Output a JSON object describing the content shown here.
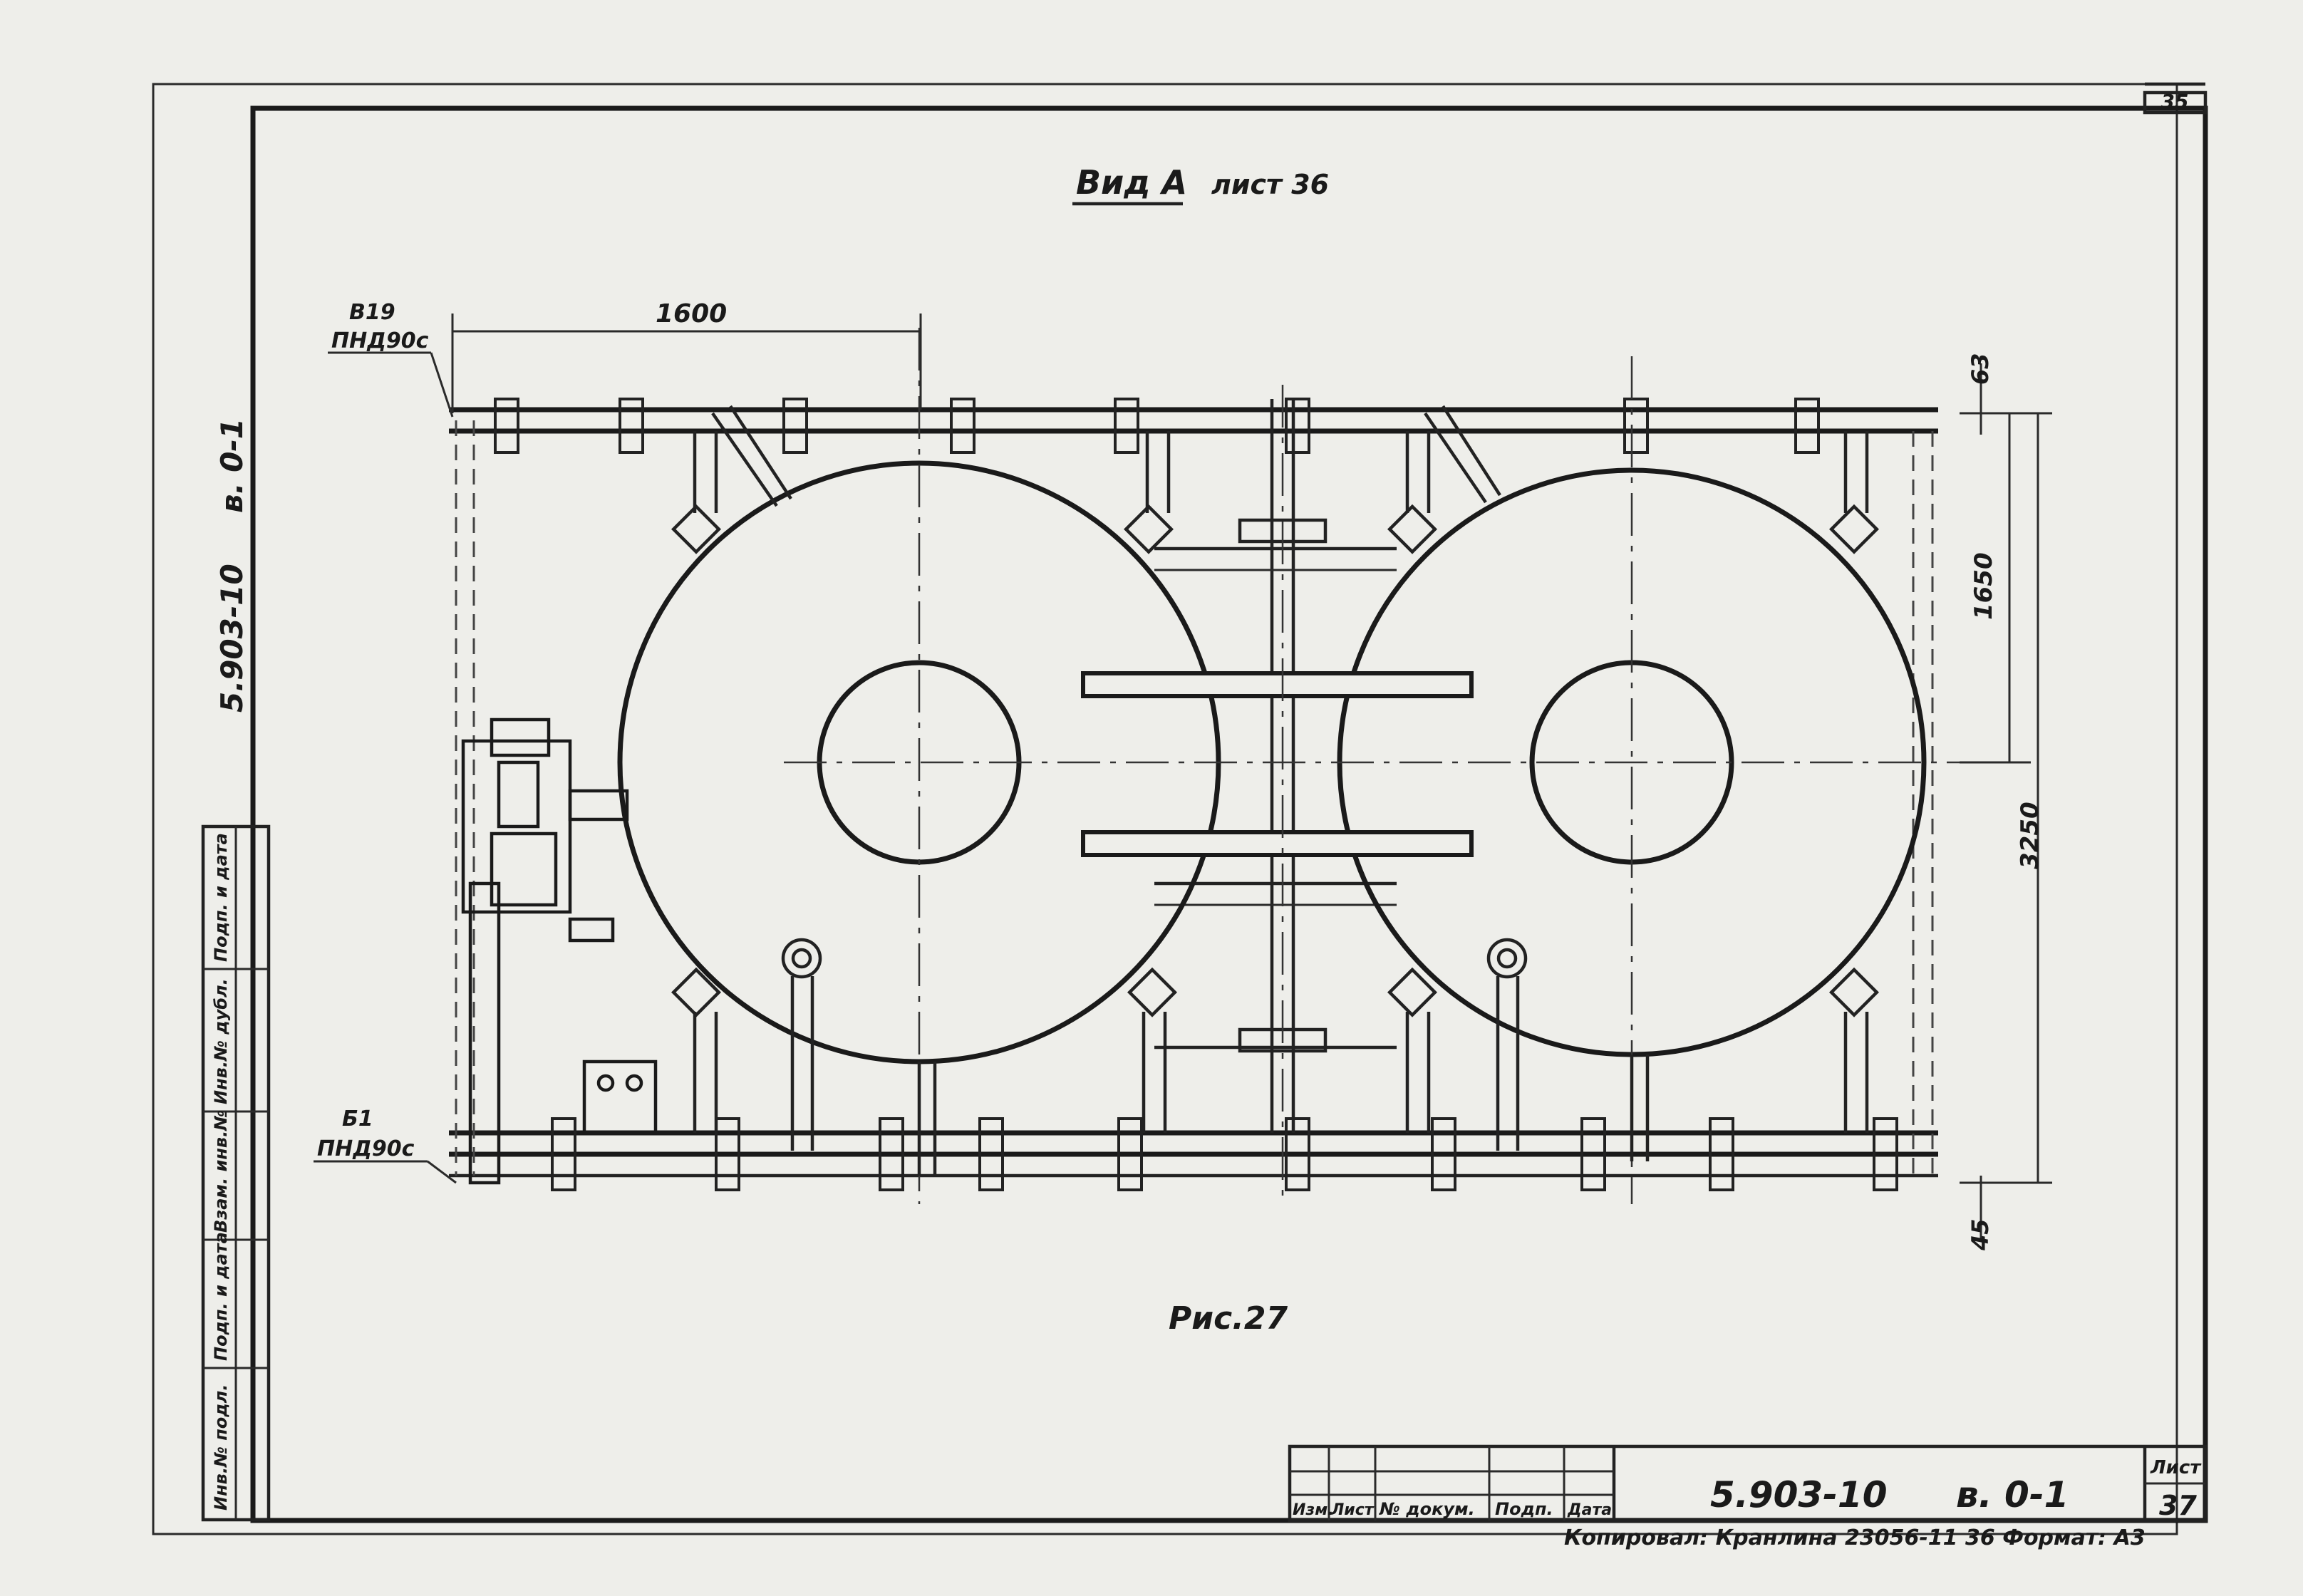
{
  "sheet_number_top": "35",
  "view_title": "Вид А",
  "view_ref": "лист 36",
  "figure_caption": "Рис.27",
  "labels": {
    "inlet_top_1": "В19",
    "inlet_top_2": "ПНД90с",
    "inlet_bottom_1": "Б1",
    "inlet_bottom_2": "ПНД90с"
  },
  "dimensions": {
    "d1600": "1600",
    "d63": "63",
    "d1650": "1650",
    "d3250": "3250",
    "d45": "45"
  },
  "left_strip": {
    "code": "5.903-10",
    "variant": "в. 0-1",
    "rows": [
      "Инв.№ подл.",
      "Подп. и дата",
      "Взам. инв.№",
      "Инв.№ дубл.",
      "Подп. и дата"
    ]
  },
  "title_block": {
    "headers": [
      "Изм.",
      "Лист",
      "№ докум.",
      "Подп.",
      "Дата"
    ],
    "code": "5.903-10",
    "variant": "в. 0-1",
    "sheet_label": "Лист",
    "sheet_number": "37"
  },
  "footer": "Копировал: Кранлина  23056-11  36  Формат: А3"
}
